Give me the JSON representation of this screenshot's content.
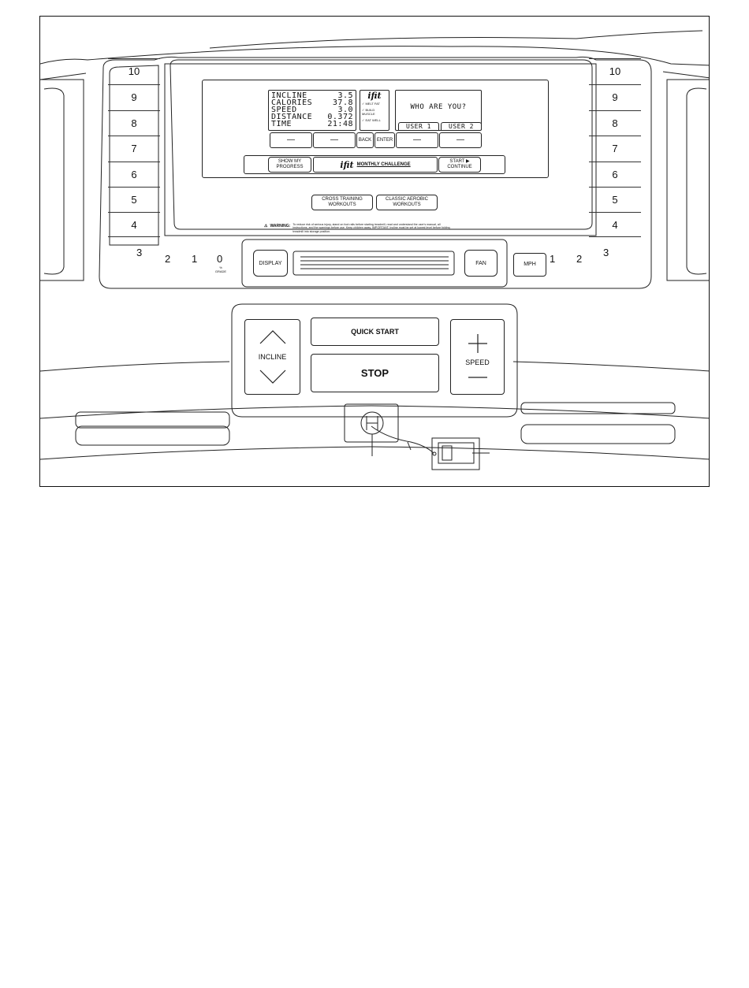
{
  "incline_keys": [
    "10",
    "9",
    "8",
    "7",
    "6",
    "5",
    "4"
  ],
  "speed_keys": [
    "10",
    "9",
    "8",
    "7",
    "6",
    "5",
    "4"
  ],
  "incline_bottom": {
    "k3": "3",
    "k2": "2",
    "k1": "1",
    "k0": "0",
    "grade": "%\nGRADE"
  },
  "speed_bottom": {
    "mph": "MPH",
    "k1": "1",
    "k2": "2",
    "k3": "3"
  },
  "lcd": {
    "rows": [
      {
        "label": "INCLINE",
        "value": "3.5"
      },
      {
        "label": "CALORIES",
        "value": "37.8"
      },
      {
        "label": "SPEED",
        "value": "3.0"
      },
      {
        "label": "DISTANCE",
        "value": "0.372"
      },
      {
        "label": "TIME",
        "value": "21:48"
      }
    ],
    "logo": "ifit",
    "goals": [
      "MELT FAT",
      "BUILD MUSCLE",
      "EAT WELL"
    ],
    "prompt": "WHO ARE YOU?",
    "user1": "USER 1",
    "user2": "USER 2"
  },
  "softkeys": {
    "d1": "—",
    "d2": "—",
    "back": "BACK",
    "enter": "ENTER",
    "d3": "—",
    "d4": "—"
  },
  "ifit_bar": {
    "show_progress": "SHOW MY PROGRESS",
    "logo": "ifit",
    "challenge": "MONTHLY CHALLENGE",
    "start": "START ▶",
    "continue": "CONTINUE"
  },
  "workouts": {
    "cross": "CROSS TRAINING WORKOUTS",
    "classic": "CLASSIC AEROBIC WORKOUTS"
  },
  "warning": {
    "label": "WARNING:",
    "text": "To reduce risk of serious injury, stand on foot rails before starting treadmill, read and understand the user's manual, all instructions, and the warnings before use. Keep children away. IMPORTANT: Incline must be set at lowest level before folding treadmill into storage position."
  },
  "display_btn": "DISPLAY",
  "fan_btn": "FAN",
  "controls": {
    "incline": "INCLINE",
    "quick_start": "QUICK START",
    "stop": "STOP",
    "speed": "SPEED"
  }
}
